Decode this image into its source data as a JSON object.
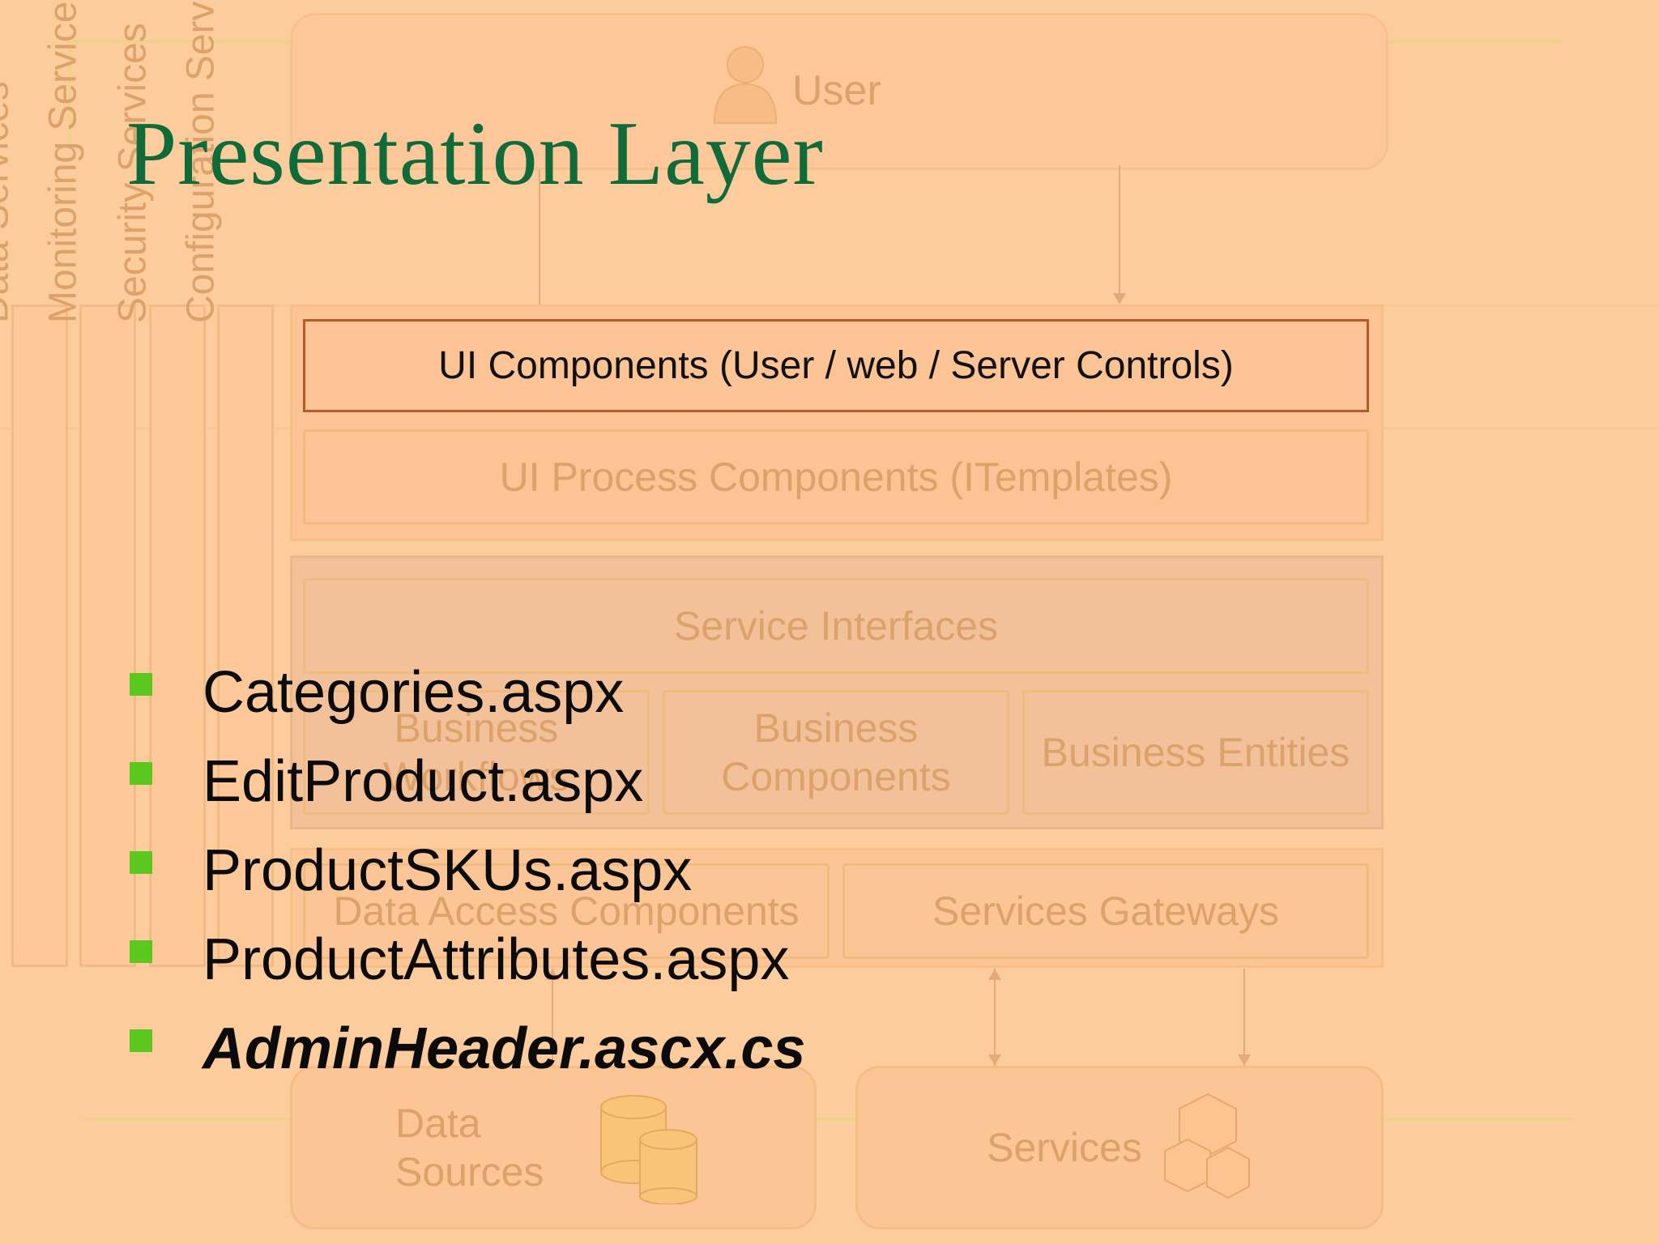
{
  "slide": {
    "title": "Presentation Layer"
  },
  "diagram": {
    "user_label": "User",
    "side_columns": [
      "Data Services",
      "Monitoring Services",
      "Security Services",
      "Configuration Services"
    ],
    "ui_components": "UI Components (User / web / Server Controls)",
    "ui_process_components": "UI Process Components (ITemplates)",
    "service_interfaces": "Service Interfaces",
    "business_workflows": "Business Workflows",
    "business_components": "Business Components",
    "business_entities": "Business Entities",
    "data_access_components": "Data Access Components",
    "services_gateways": "Services Gateways",
    "data_sources": "Data Sources",
    "services": "Services"
  },
  "bullets": [
    "Categories.aspx",
    "EditProduct.aspx",
    "ProductSKUs.aspx",
    "ProductAttributes.aspx",
    "AdminHeader.ascx.cs"
  ],
  "colors": {
    "background": "#fdcc9c",
    "title": "#0f6b3a",
    "bullet": "#5cc71e",
    "highlight_border": "#b85a26"
  }
}
